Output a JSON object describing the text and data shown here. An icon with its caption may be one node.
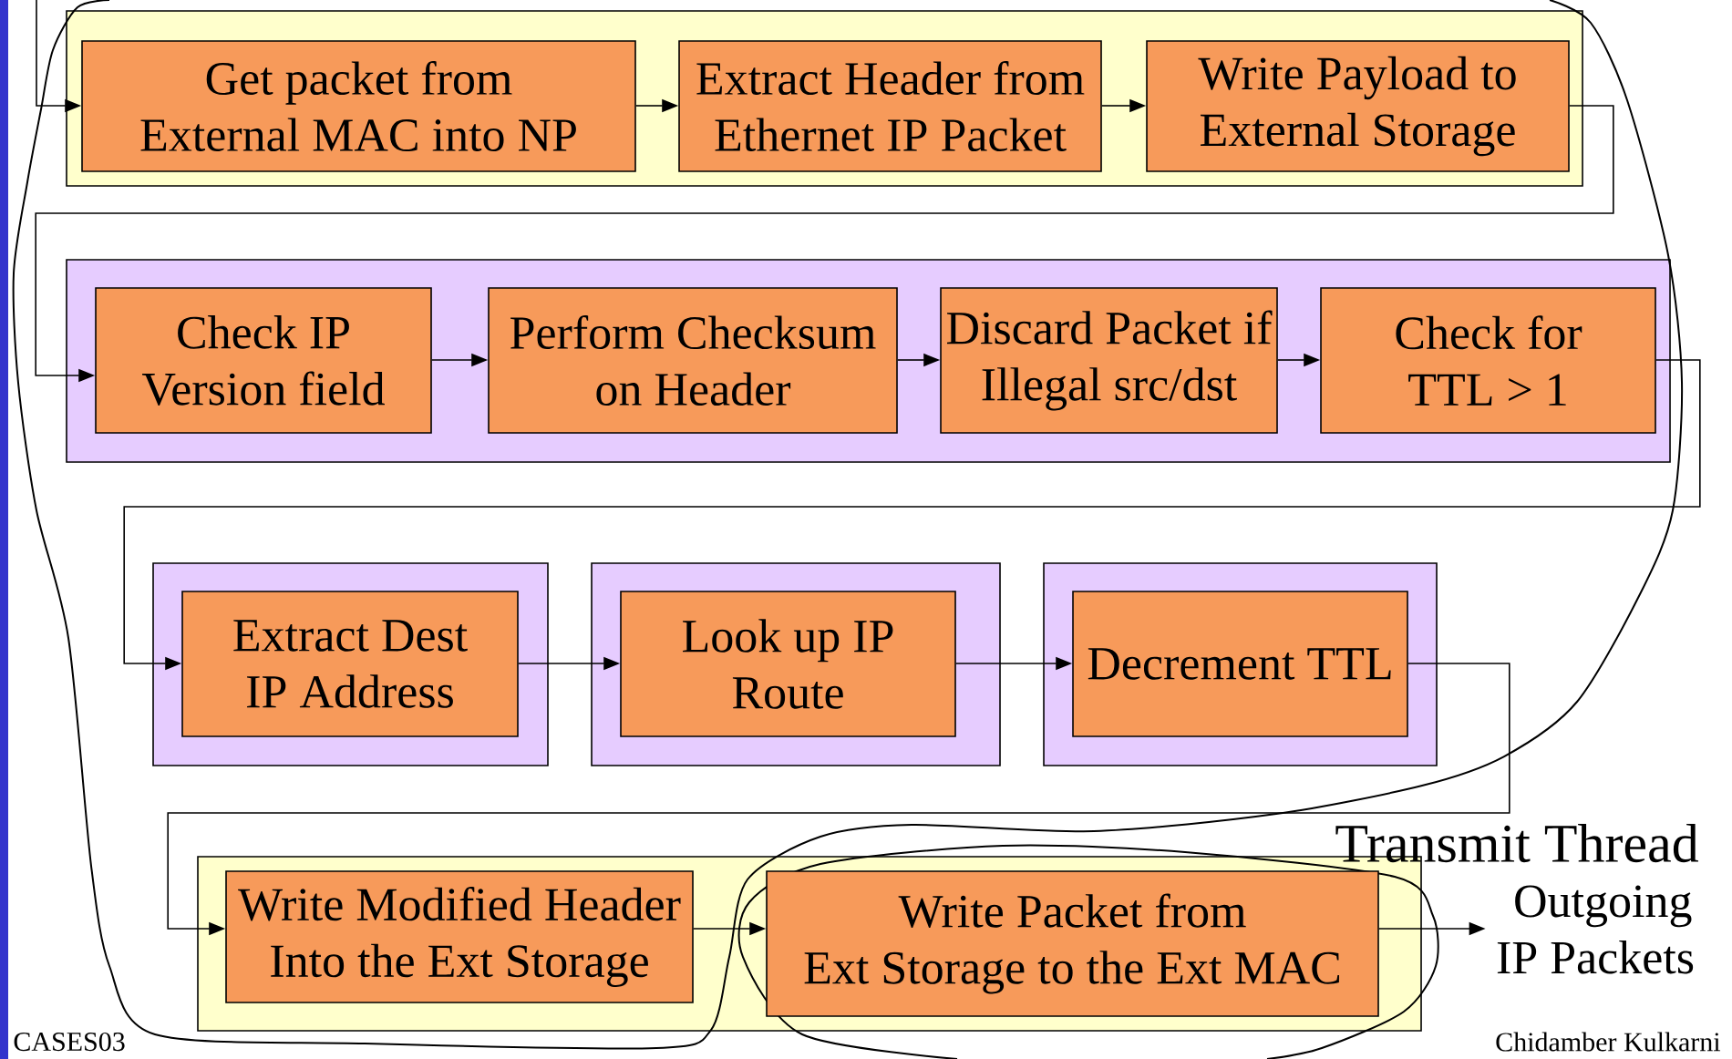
{
  "diagram": {
    "nodes": [
      {
        "text": [],
        "shape": "box"
      },
      {
        "text": [
          "Get packet from External MAC into NP"
        ],
        "in": 0
      },
      {
        "text": [
          "Extract Header from Ethernet IP Packet"
        ],
        "in": 0
      },
      {
        "text": [
          "Write Payload to External Storage"
        ],
        "in": 0
      },
      {
        "text": [],
        "shape": "box"
      },
      {
        "text": [
          "Check IP Version field"
        ],
        "in": 4
      },
      {
        "text": [
          "Perform Checksum on Header"
        ],
        "in": 4
      },
      {
        "text": [
          "Discard Packet if Illegal src/dst"
        ],
        "in": 4
      },
      {
        "text": [
          "Check for TTL > 1"
        ],
        "in": 4
      },
      {
        "text": [],
        "shape": "box"
      },
      {
        "text": [
          "Extract Dest IP Address"
        ],
        "in": 9
      },
      {
        "text": [],
        "shape": "box"
      },
      {
        "text": [
          "Look up IP Route"
        ],
        "in": 11
      },
      {
        "text": [],
        "shape": "box"
      },
      {
        "text": [
          "Decrement TTL"
        ],
        "in": 13
      },
      {
        "text": [],
        "shape": "box"
      },
      {
        "text": [
          "Write Modified Header Into the Ext Storage"
        ],
        "in": 15
      },
      {
        "text": [
          "Write Packet from Ext Storage to the Ext MAC"
        ],
        "in": 15
      },
      {
        "text": [
          "Outgoing IP Packets"
        ]
      }
    ],
    "edges": [
      {
        "from": null,
        "to": 1,
        "arrow": "to"
      },
      {
        "from": 1,
        "to": 2,
        "arrow": "to"
      },
      {
        "from": 2,
        "to": 3,
        "arrow": "to"
      },
      {
        "from": 3,
        "to": 5,
        "arrow": "to"
      },
      {
        "from": 5,
        "to": 6,
        "arrow": "to"
      },
      {
        "from": 6,
        "to": 7,
        "arrow": "to"
      },
      {
        "from": 7,
        "to": 8,
        "arrow": "to"
      },
      {
        "from": 8,
        "to": 10,
        "arrow": "to"
      },
      {
        "from": 10,
        "to": 12,
        "arrow": "to"
      },
      {
        "from": 12,
        "to": 14,
        "arrow": "to"
      },
      {
        "from": 14,
        "to": 16,
        "arrow": "to"
      },
      {
        "from": 16,
        "to": 17,
        "arrow": "to"
      },
      {
        "from": 17,
        "to": 18,
        "arrow": "to"
      }
    ],
    "labels": [
      "Transmit Thread",
      "CASES03",
      "Chidamber Kulkarni"
    ]
  }
}
